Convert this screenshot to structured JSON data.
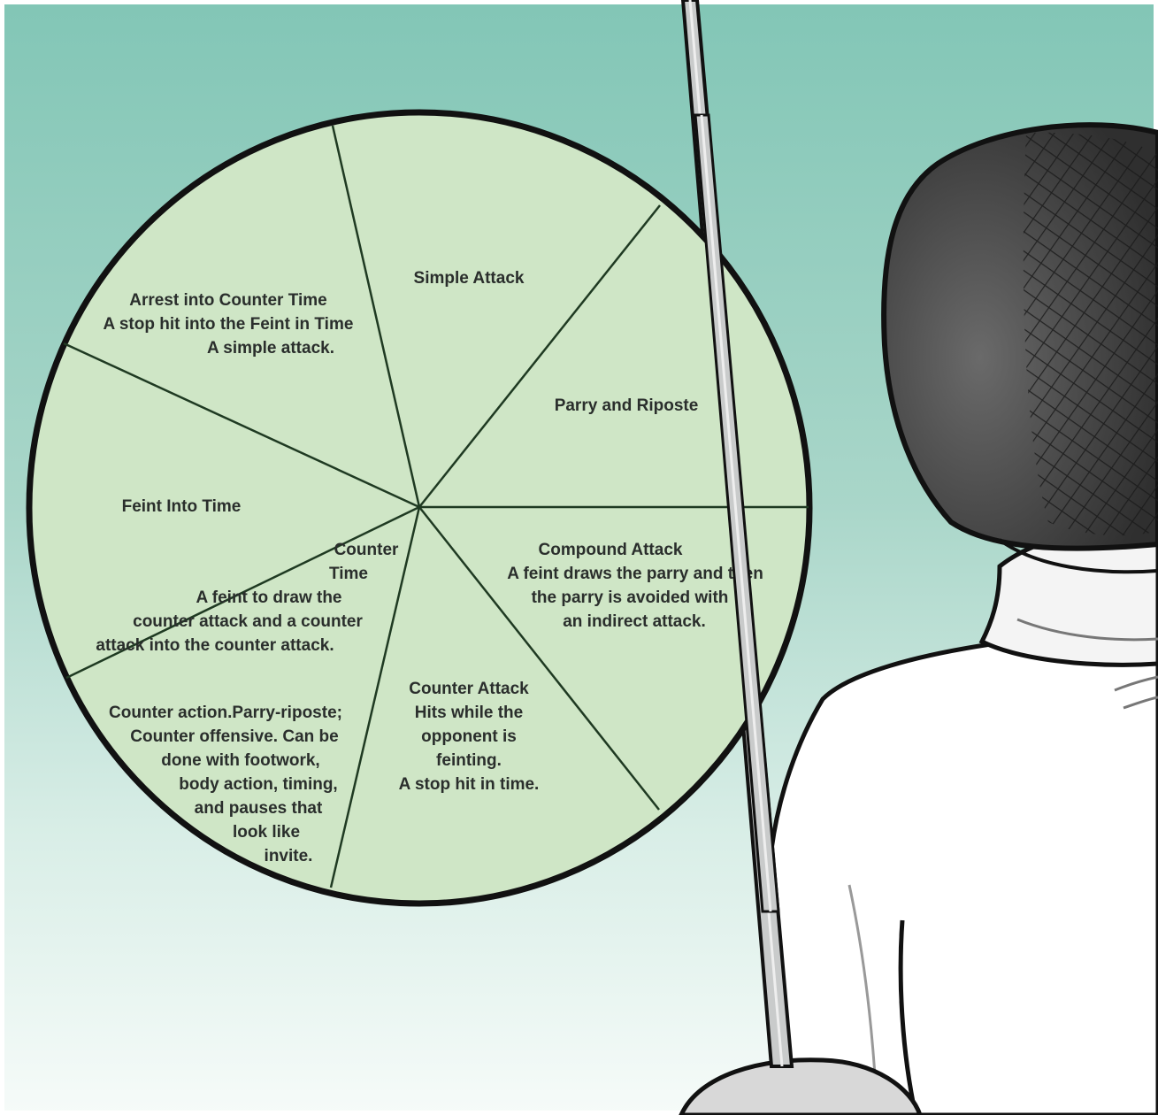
{
  "diagram": {
    "segments": [
      {
        "id": "simple-attack",
        "lines": [
          "Simple Attack"
        ]
      },
      {
        "id": "parry-and-riposte",
        "lines": [
          "Parry and Riposte"
        ]
      },
      {
        "id": "compound-attack",
        "lines": [
          "Compound Attack",
          "A feint draws the parry and then",
          "the parry is avoided with",
          "an indirect attack."
        ]
      },
      {
        "id": "counter-attack",
        "lines": [
          "Counter Attack",
          "Hits while the",
          "opponent is",
          "feinting.",
          "A stop hit in time."
        ]
      },
      {
        "id": "counter-action",
        "lines": [
          "Counter action.Parry-riposte;",
          "Counter offensive. Can be",
          "done with footwork,",
          "body action, timing,",
          "and pauses that",
          "look like",
          "invite."
        ]
      },
      {
        "id": "counter-time",
        "lines": [
          "Counter",
          "Time",
          "A feint to draw the",
          "counter attack and a counter",
          "attack into the counter attack."
        ]
      },
      {
        "id": "feint-into-time",
        "lines": [
          "Feint Into Time"
        ]
      },
      {
        "id": "arrest-into-counter-time",
        "lines": [
          "Arrest into Counter Time",
          "A stop hit into the Feint in Time",
          "A simple attack."
        ]
      }
    ]
  },
  "colors": {
    "sky_top": "#86c8b8",
    "sky_bottom": "#f4fbf8",
    "wheel_fill": "#cfe6c6",
    "ink": "#111111",
    "mask_dark": "#4a4a4a",
    "blade": "#c9cbcb"
  }
}
